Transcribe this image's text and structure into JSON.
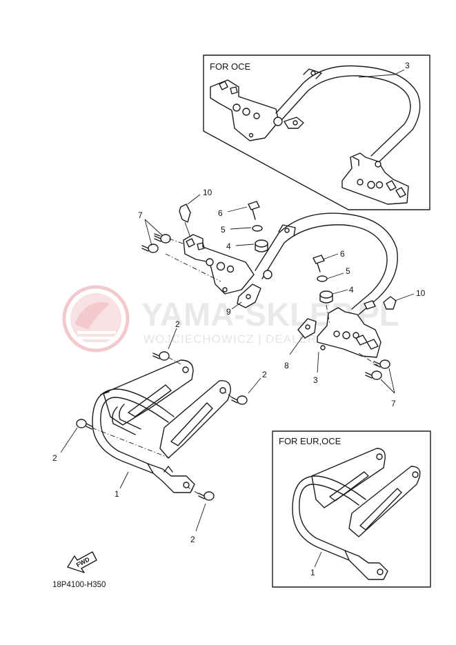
{
  "watermark": {
    "brand": "YAMA-SKLEP.PL",
    "subtitle": "WOJCIECHOWICZ | DEALER YAMAHA",
    "logo_color": "#e8a0a6"
  },
  "insets": {
    "top_label": "FOR OCE",
    "bottom_label": "FOR EUR,OCE"
  },
  "callouts": {
    "inset_top_3": "3",
    "p10_left": "10",
    "p6_left": "6",
    "p5_left": "5",
    "p4_left": "4",
    "p7_left": "7",
    "p6_right": "6",
    "p5_right": "5",
    "p4_right": "4",
    "p10_right": "10",
    "p9": "9",
    "p8": "8",
    "p3_main": "3",
    "p7_right": "7",
    "p2_top": "2",
    "p2_mid": "2",
    "p2_left": "2",
    "p2_bottom": "2",
    "p1_main": "1",
    "p1_inset": "1"
  },
  "fwd_symbol": "FWD",
  "diagram_code": "18P4100-H350"
}
